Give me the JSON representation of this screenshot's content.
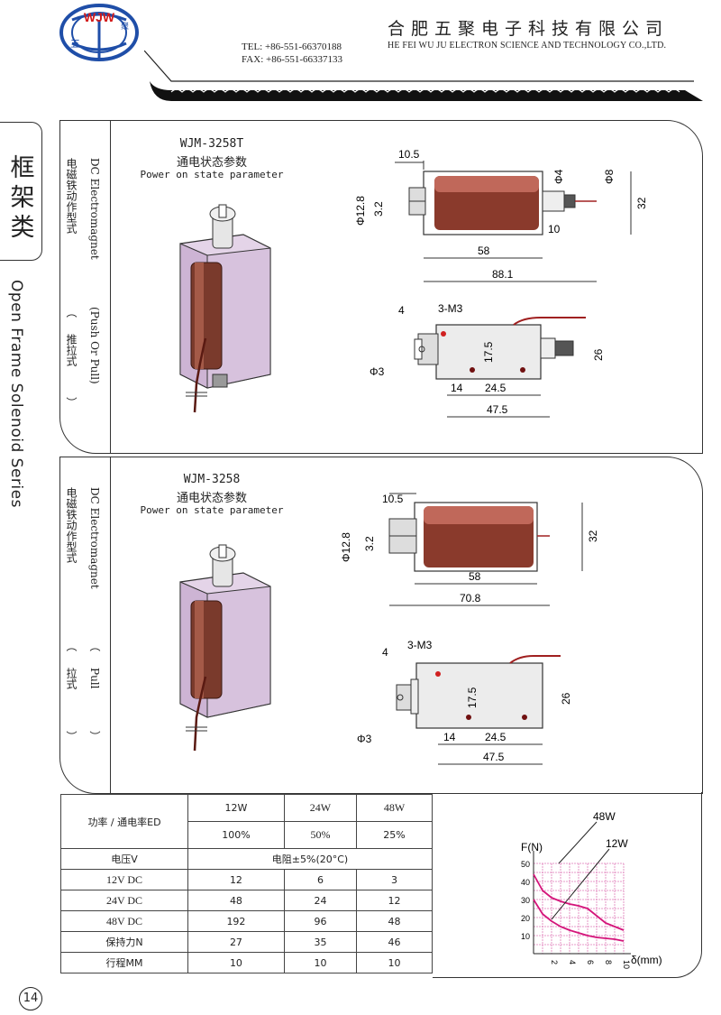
{
  "header": {
    "logo_text": "WJW",
    "logo_char": "五",
    "logo_char2": "聚",
    "company_cn": "合肥五聚电子科技有限公司",
    "company_en": "HE FEI  WU JU ELECTRON SCIENCE AND TECHNOLOGY CO.,LTD.",
    "tel": "TEL: +86-551-66370188",
    "fax": "FAX: +86-551-66337133"
  },
  "side": {
    "category_cn": "框架类",
    "category_en": "Open Frame Solenoid Series"
  },
  "panel1": {
    "col_a_1": "电磁铁动作型式",
    "col_a_2": "推拉式",
    "col_b_1": "DC Electromagnet",
    "col_b_2": "(Push Or Pull)",
    "paren_open": "（",
    "paren_close": "）",
    "model": "WJM-3258T",
    "subtitle_cn": "通电状态参数",
    "subtitle_en": "Power on state parameter",
    "dims": {
      "d1": "10.5",
      "d2": "Φ12.8",
      "d3": "3.2",
      "d4": "Φ4",
      "d5": "Φ8",
      "d6": "32",
      "d7": "10",
      "d8": "58",
      "d9": "88.1",
      "d10": "4",
      "d11": "3-M3",
      "d12": "17.5",
      "d13": "Φ3",
      "d14": "26",
      "d15": "14",
      "d16": "24.5",
      "d17": "47.5"
    }
  },
  "panel2": {
    "col_a_1": "电磁铁动作型式",
    "col_a_2": "拉式",
    "col_b_1": "DC Electromagnet",
    "col_b_2": "Pull",
    "paren_open": "（",
    "paren_close": "）",
    "model": "WJM-3258",
    "subtitle_cn": "通电状态参数",
    "subtitle_en": "Power on state parameter",
    "dims": {
      "d1": "10.5",
      "d2": "Φ12.8",
      "d3": "3.2",
      "d6": "32",
      "d8": "58",
      "d9": "70.8",
      "d10": "4",
      "d11": "3-M3",
      "d12": "17.5",
      "d13": "Φ3",
      "d14": "26",
      "d15": "14",
      "d16": "24.5",
      "d17": "47.5"
    }
  },
  "table": {
    "row1": [
      "功率 / 通电率ED",
      "12W",
      "24W",
      "48W"
    ],
    "row2": [
      "100%",
      "50%",
      "25%"
    ],
    "row3": [
      "电压V",
      "电阻±5%(20°C)"
    ],
    "rows": [
      [
        "12V DC",
        "12",
        "6",
        "3"
      ],
      [
        "24V DC",
        "48",
        "24",
        "12"
      ],
      [
        "48V DC",
        "192",
        "96",
        "48"
      ],
      [
        "保持力N",
        "27",
        "35",
        "46"
      ],
      [
        "行程MM",
        "10",
        "10",
        "10"
      ]
    ]
  },
  "chart_data": {
    "type": "line",
    "ylabel": "F(N)",
    "xlabel": "δ(mm)",
    "ylim": [
      0,
      50
    ],
    "xlim": [
      0,
      10
    ],
    "yticks": [
      "50",
      "40",
      "30",
      "20",
      "10"
    ],
    "xticks": [
      "2",
      "4",
      "6",
      "8",
      "10"
    ],
    "grid": true,
    "series": [
      {
        "name": "48W",
        "x": [
          0,
          1,
          2,
          3,
          4,
          5,
          6,
          7,
          8,
          9,
          10
        ],
        "values": [
          44,
          35,
          31,
          29,
          27.5,
          26.5,
          25,
          21,
          17,
          15,
          13
        ]
      },
      {
        "name": "12W",
        "x": [
          0,
          1,
          2,
          3,
          4,
          5,
          6,
          7,
          8,
          9,
          10
        ],
        "values": [
          30,
          22,
          18,
          15,
          13,
          11.5,
          10,
          9,
          8.5,
          8,
          7
        ]
      }
    ],
    "colors": {
      "curve": "#d4147a",
      "grid": "#e07ab8"
    }
  },
  "page": {
    "number": "14"
  }
}
